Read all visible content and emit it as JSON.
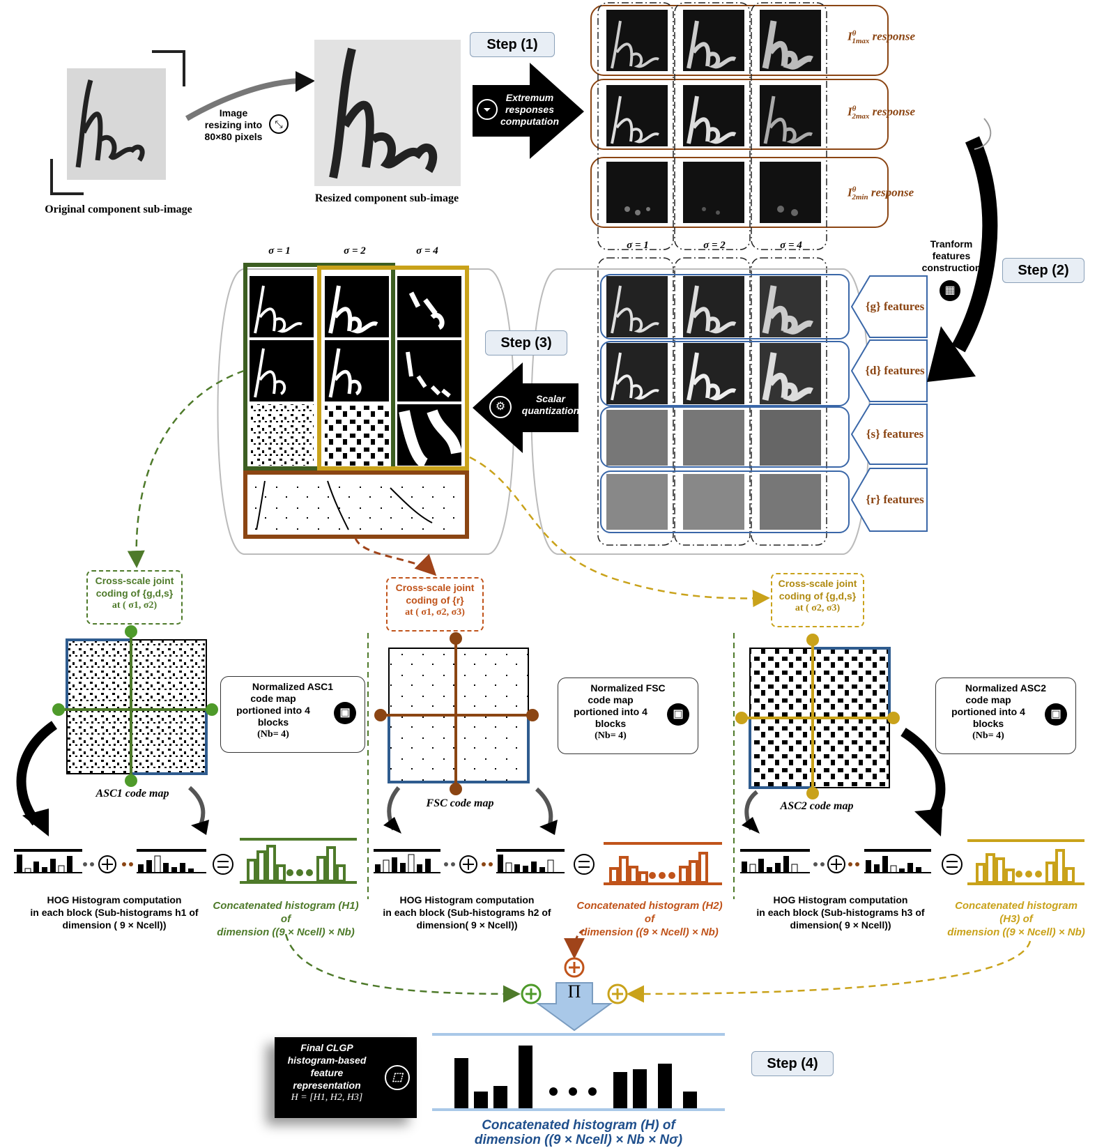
{
  "top": {
    "original_caption": "Original component sub-image",
    "resize_text": [
      "Image",
      "resizing into",
      "80×80 pixels"
    ],
    "resized_caption": "Resized component sub-image",
    "extremum_text": [
      "Extremum",
      "responses",
      "computation"
    ]
  },
  "steps": {
    "step1": "Step (1)",
    "step2": "Step (2)",
    "step3": "Step (3)",
    "step4": "Step (4)"
  },
  "responses": [
    {
      "sym": "I",
      "sup": "θ",
      "sub": "1max",
      "label": "response"
    },
    {
      "sym": "I",
      "sup": "θ",
      "sub": "2max",
      "label": "response"
    },
    {
      "sym": "I",
      "sup": "θ",
      "sub": "2min",
      "label": "response"
    }
  ],
  "sigmas": [
    "σ = 1",
    "σ = 2",
    "σ = 4"
  ],
  "transform_text": [
    "Tranform",
    "features",
    "construction"
  ],
  "features": [
    "{g} features",
    "{d} features",
    "{s} features",
    "{r} features"
  ],
  "scalar_text": [
    "Scalar",
    "quantization"
  ],
  "cross": {
    "left": [
      "Cross-scale joint",
      "coding of {g,d,s}",
      "at ( σ1, σ2)"
    ],
    "mid": [
      "Cross-scale joint",
      "coding of {r}",
      "at ( σ1, σ2, σ3)"
    ],
    "right": [
      "Cross-scale joint",
      "coding of {g,d,s}",
      "at ( σ2, σ3)"
    ]
  },
  "codebox": {
    "asc1": [
      "Normalized ASC1",
      "code map",
      "portioned into 4",
      "blocks",
      "(Nb= 4)"
    ],
    "fsc": [
      "Normalized FSC",
      "code map",
      "portioned into 4",
      "blocks",
      "(Nb= 4)"
    ],
    "asc2": [
      "Normalized ASC2",
      "code map",
      "portioned into 4",
      "blocks",
      "(Nb= 4)"
    ]
  },
  "maps": {
    "asc1": "ASC1 code map",
    "fsc": "FSC code map",
    "asc2": "ASC2 code map"
  },
  "hog": {
    "h1": [
      "HOG Histogram computation",
      "in each block (Sub-histograms h1 of",
      "dimension ( 9 × Ncell))"
    ],
    "h2": [
      "HOG Histogram computation",
      "in each block (Sub-histograms h2 of",
      "dimension( 9 × Ncell))"
    ],
    "h3": [
      "HOG Histogram computation",
      "in each block (Sub-histograms h3 of",
      "dimension( 9 × Ncell))"
    ]
  },
  "concat": {
    "h1": [
      "Concatenated  histogram  (H1)",
      "of",
      "dimension ((9 × Ncell) × Nb)"
    ],
    "h2": [
      "Concatenated  histogram  (H2)",
      "of",
      "dimension ((9 × Ncell) × Nb)"
    ],
    "h3": [
      "Concatenated  histogram",
      "(H3)  of",
      "dimension ((9 × Ncell) × Nb)"
    ]
  },
  "final": {
    "box": [
      "Final CLGP",
      "histogram-based",
      "feature",
      "representation",
      "H = [H1, H2, H3]"
    ],
    "product_symbol": "Π",
    "title": [
      "Concatenated  histogram  (H) of",
      "dimension ((9 × Ncell) × Nb × Nσ)"
    ]
  },
  "colors": {
    "green": "#4e7a2a",
    "orange": "#c0531a",
    "yellow": "#c9a21a",
    "brown": "#8b4513",
    "blue": "#2f5c8f",
    "lightblue": "#a9c8e8"
  }
}
